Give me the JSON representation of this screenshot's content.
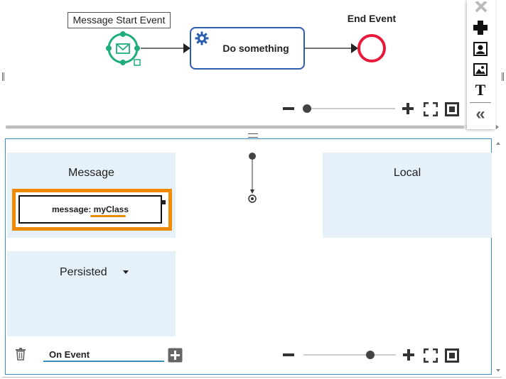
{
  "process": {
    "start_event_label": "Message Start Event",
    "task_label": "Do something",
    "end_event_label": "End Event"
  },
  "palette": {
    "items": [
      {
        "icon": "close-icon"
      },
      {
        "icon": "plus-shape-icon"
      },
      {
        "icon": "person-card-icon"
      },
      {
        "icon": "image-icon"
      },
      {
        "icon": "text-icon",
        "glyph": "T"
      },
      {
        "icon": "collapse-double-chevron-icon",
        "glyph": "«"
      }
    ]
  },
  "bottom_panel": {
    "message_section": {
      "title": "Message",
      "object_prefix": "message: ",
      "object_class": "myClass"
    },
    "local_section": {
      "title": "Local"
    },
    "persisted_section": {
      "title": "Persisted"
    },
    "event_tab": {
      "label": "On Event"
    }
  },
  "colors": {
    "start_event": "#1fad7e",
    "task_border": "#2a5db0",
    "end_event": "#e8183a",
    "highlight": "#f08a00",
    "panel_tint": "#e6f0f9",
    "panel_border": "#3a8dbf"
  }
}
